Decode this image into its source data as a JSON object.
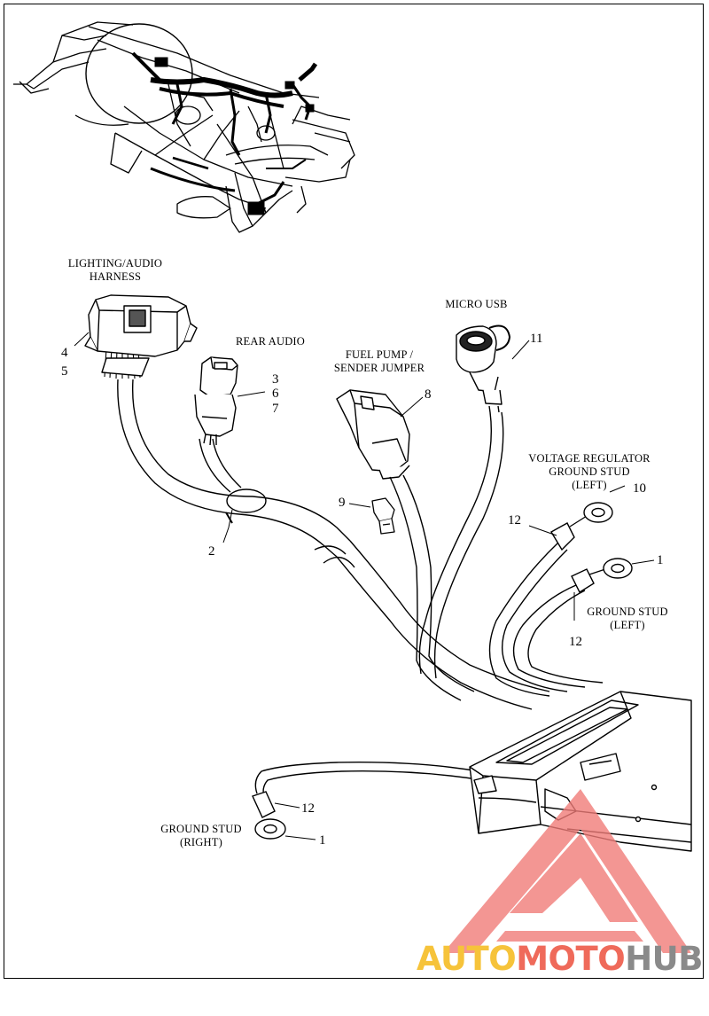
{
  "labels": {
    "lighting_audio_harness": "LIGHTING/AUDIO\nHARNESS",
    "rear_audio": "REAR AUDIO",
    "fuel_pump": "FUEL PUMP /\nSENDER JUMPER",
    "micro_usb": "MICRO USB",
    "voltage_regulator": "VOLTAGE REGULATOR\nGROUND STUD\n(LEFT)",
    "ground_stud_left": "GROUND STUD\n(LEFT)",
    "ground_stud_right": "GROUND STUD\n(RIGHT)"
  },
  "callouts": {
    "n4": "4",
    "n5": "5",
    "n3": "3",
    "n6": "6",
    "n7": "7",
    "n8": "8",
    "n11": "11",
    "n9": "9",
    "n2": "2",
    "n12_top": "12",
    "n10": "10",
    "n1_left": "1",
    "n12_left": "12",
    "n12_right": "12",
    "n1_right": "1"
  },
  "watermark": {
    "part1": "AUTO",
    "part2": "MOTO",
    "part3": "HUB",
    "colors": {
      "part1": "#f6c33a",
      "part2": "#ef6a5a",
      "part3": "#8a8a8a",
      "triangle": "#f07c78"
    }
  }
}
